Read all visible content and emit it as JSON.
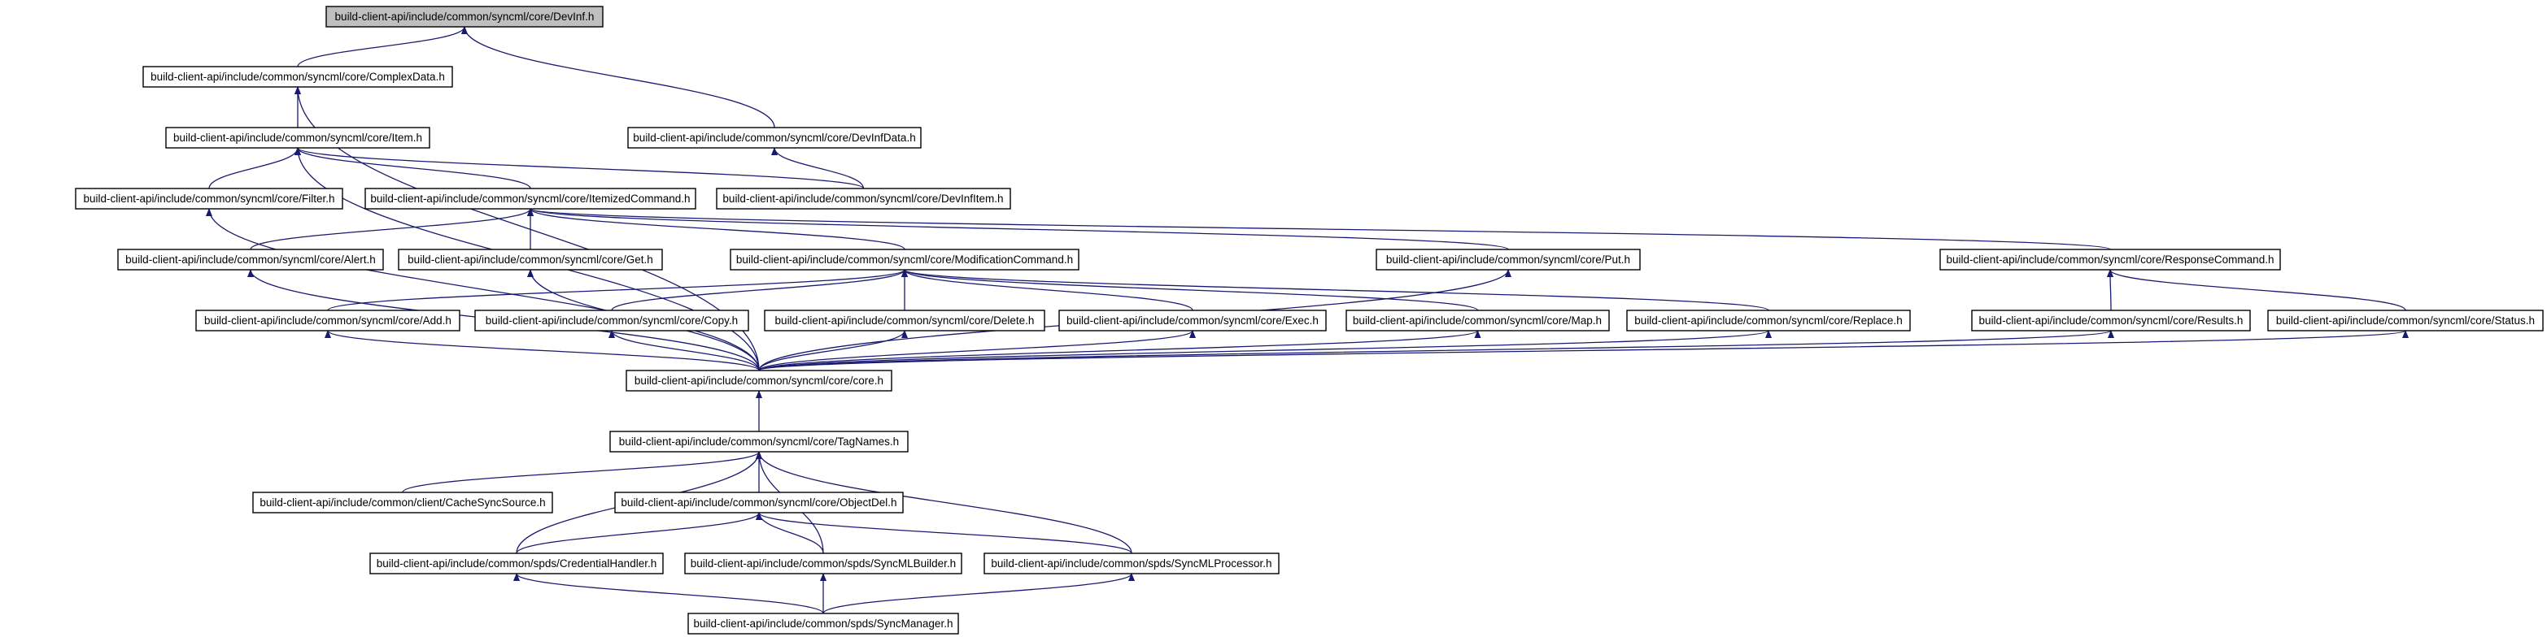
{
  "graph": {
    "edge_color": "#191970",
    "root_fill": "#bfbfbf",
    "nodes": [
      {
        "id": "n0",
        "label": "build-client-api/include/common/syncml/core/DevInf.h",
        "root": true
      },
      {
        "id": "n1",
        "label": "build-client-api/include/common/syncml/core/ComplexData.h"
      },
      {
        "id": "n2",
        "label": "build-client-api/include/common/syncml/core/Item.h"
      },
      {
        "id": "n3",
        "label": "build-client-api/include/common/syncml/core/DevInfData.h"
      },
      {
        "id": "n4",
        "label": "build-client-api/include/common/syncml/core/Filter.h"
      },
      {
        "id": "n5",
        "label": "build-client-api/include/common/syncml/core/ItemizedCommand.h"
      },
      {
        "id": "n6",
        "label": "build-client-api/include/common/syncml/core/DevInfItem.h"
      },
      {
        "id": "n7",
        "label": "build-client-api/include/common/syncml/core/Alert.h"
      },
      {
        "id": "n8",
        "label": "build-client-api/include/common/syncml/core/Get.h"
      },
      {
        "id": "n9",
        "label": "build-client-api/include/common/syncml/core/ModificationCommand.h"
      },
      {
        "id": "n10",
        "label": "build-client-api/include/common/syncml/core/Put.h"
      },
      {
        "id": "n11",
        "label": "build-client-api/include/common/syncml/core/ResponseCommand.h"
      },
      {
        "id": "n12",
        "label": "build-client-api/include/common/syncml/core/Add.h"
      },
      {
        "id": "n13",
        "label": "build-client-api/include/common/syncml/core/Copy.h"
      },
      {
        "id": "n14",
        "label": "build-client-api/include/common/syncml/core/Delete.h"
      },
      {
        "id": "n15",
        "label": "build-client-api/include/common/syncml/core/Exec.h"
      },
      {
        "id": "n16",
        "label": "build-client-api/include/common/syncml/core/Map.h"
      },
      {
        "id": "n17",
        "label": "build-client-api/include/common/syncml/core/Replace.h"
      },
      {
        "id": "n18",
        "label": "build-client-api/include/common/syncml/core/Results.h"
      },
      {
        "id": "n19",
        "label": "build-client-api/include/common/syncml/core/Status.h"
      },
      {
        "id": "n20",
        "label": "build-client-api/include/common/syncml/core/core.h"
      },
      {
        "id": "n21",
        "label": "build-client-api/include/common/syncml/core/TagNames.h"
      },
      {
        "id": "n22",
        "label": "build-client-api/include/common/client/CacheSyncSource.h"
      },
      {
        "id": "n23",
        "label": "build-client-api/include/common/syncml/core/ObjectDel.h"
      },
      {
        "id": "n24",
        "label": "build-client-api/include/common/spds/CredentialHandler.h"
      },
      {
        "id": "n25",
        "label": "build-client-api/include/common/spds/SyncMLBuilder.h"
      },
      {
        "id": "n26",
        "label": "build-client-api/include/common/spds/SyncMLProcessor.h"
      },
      {
        "id": "n27",
        "label": "build-client-api/include/common/spds/SyncManager.h"
      }
    ],
    "edges": [
      [
        "n1",
        "n0"
      ],
      [
        "n3",
        "n0"
      ],
      [
        "n2",
        "n1"
      ],
      [
        "n20",
        "n1"
      ],
      [
        "n4",
        "n2"
      ],
      [
        "n5",
        "n2"
      ],
      [
        "n6",
        "n2"
      ],
      [
        "n20",
        "n2"
      ],
      [
        "n6",
        "n3"
      ],
      [
        "n20",
        "n4"
      ],
      [
        "n7",
        "n5"
      ],
      [
        "n8",
        "n5"
      ],
      [
        "n9",
        "n5"
      ],
      [
        "n10",
        "n5"
      ],
      [
        "n11",
        "n5"
      ],
      [
        "n20",
        "n7"
      ],
      [
        "n20",
        "n8"
      ],
      [
        "n12",
        "n9"
      ],
      [
        "n13",
        "n9"
      ],
      [
        "n14",
        "n9"
      ],
      [
        "n15",
        "n9"
      ],
      [
        "n16",
        "n9"
      ],
      [
        "n17",
        "n9"
      ],
      [
        "n20",
        "n10"
      ],
      [
        "n18",
        "n11"
      ],
      [
        "n19",
        "n11"
      ],
      [
        "n20",
        "n12"
      ],
      [
        "n20",
        "n13"
      ],
      [
        "n20",
        "n14"
      ],
      [
        "n20",
        "n15"
      ],
      [
        "n20",
        "n16"
      ],
      [
        "n20",
        "n17"
      ],
      [
        "n20",
        "n18"
      ],
      [
        "n20",
        "n19"
      ],
      [
        "n21",
        "n20"
      ],
      [
        "n22",
        "n21"
      ],
      [
        "n23",
        "n21"
      ],
      [
        "n24",
        "n21"
      ],
      [
        "n25",
        "n21"
      ],
      [
        "n26",
        "n21"
      ],
      [
        "n24",
        "n23"
      ],
      [
        "n25",
        "n23"
      ],
      [
        "n26",
        "n23"
      ],
      [
        "n27",
        "n24"
      ],
      [
        "n27",
        "n25"
      ],
      [
        "n27",
        "n26"
      ]
    ]
  }
}
